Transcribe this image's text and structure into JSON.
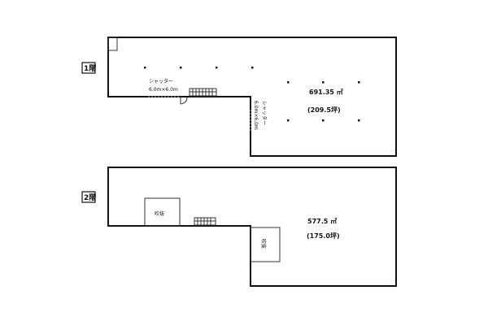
{
  "floors": [
    {
      "label": "1階",
      "area": "691.35 ㎡",
      "tsubo": "(209.5坪)",
      "shutter_horizontal": {
        "name": "シャッター",
        "size": "6.0m×6.0m"
      },
      "shutter_vertical": {
        "name": "シャッター",
        "size": "6.0m×6.0m"
      }
    },
    {
      "label": "2階",
      "area": "577.5 ㎡",
      "tsubo": "(175.0坪)",
      "void_1": "吹抜",
      "void_2": "吹抜"
    }
  ]
}
